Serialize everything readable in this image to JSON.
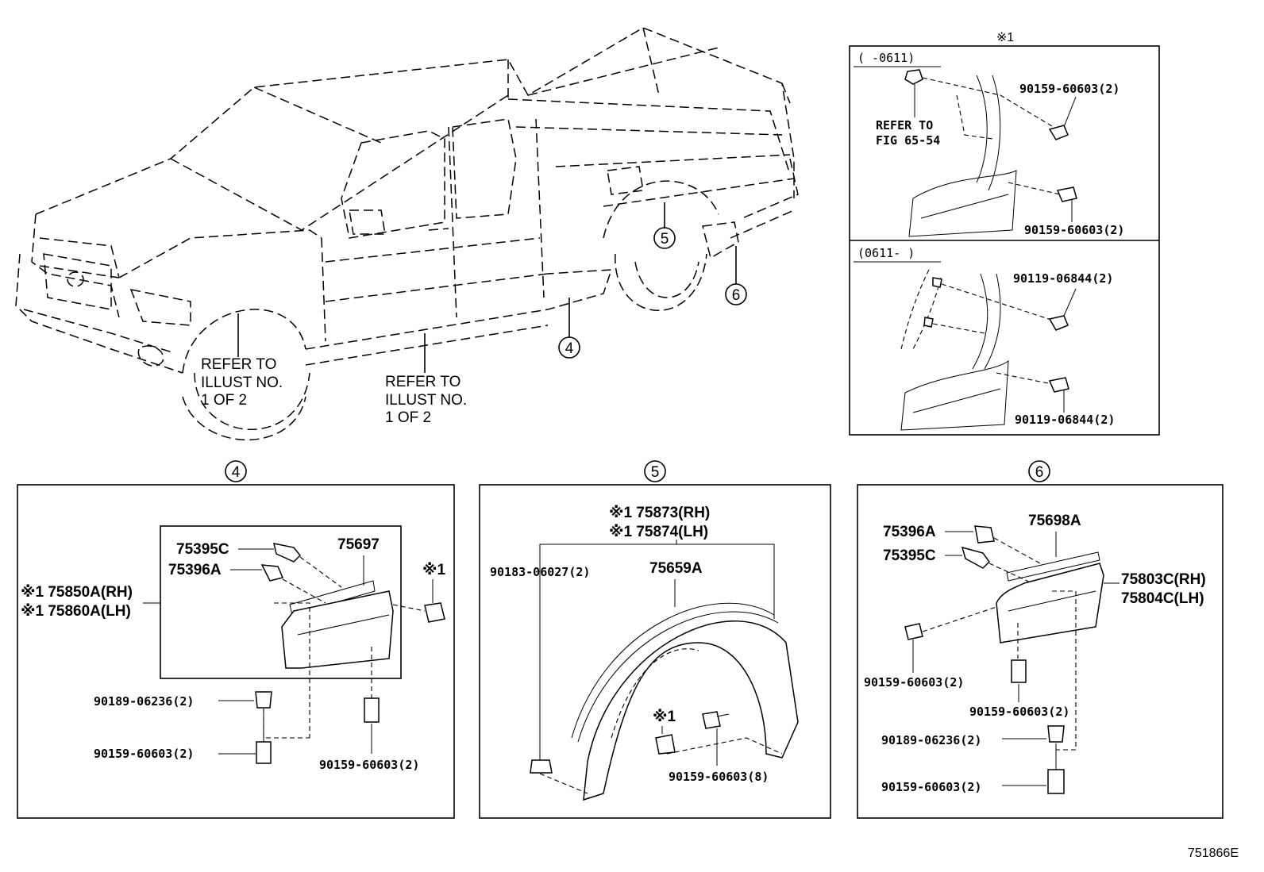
{
  "figure_id": "751866E",
  "truck": {
    "refer_front": [
      "REFER TO",
      "ILLUST NO.",
      "1 OF 2"
    ],
    "refer_side": [
      "REFER TO",
      "ILLUST NO.",
      "1 OF 2"
    ],
    "callout_4": "4",
    "callout_5": "5",
    "callout_6": "6"
  },
  "detail_note1": {
    "header": "※1",
    "upper_range": "(   -0611)",
    "upper_refer": [
      "REFER TO",
      "FIG 65-54"
    ],
    "upper_part_top": "90159-60603(2)",
    "upper_part_bottom": "90159-60603(2)",
    "lower_range": "(0611-   )",
    "lower_part_top": "90119-06844(2)",
    "lower_part_bottom": "90119-06844(2)"
  },
  "panel_4": {
    "title": "4",
    "p75395c": "75395C",
    "p75396a": "75396A",
    "p75697": "75697",
    "note1": "※1",
    "p75850a": "※1 75850A(RH)",
    "p75860a": "※1 75860A(LH)",
    "p90189": "90189-06236(2)",
    "p90159_left": "90159-60603(2)",
    "p90159_right": "90159-60603(2)"
  },
  "panel_5": {
    "title": "5",
    "p75873": "※1 75873(RH)",
    "p75874": "※1 75874(LH)",
    "p90183": "90183-06027(2)",
    "p75659a": "75659A",
    "note1": "※1",
    "p90159": "90159-60603(8)"
  },
  "panel_6": {
    "title": "6",
    "p75396a": "75396A",
    "p75698a": "75698A",
    "p75395c": "75395C",
    "p75803c": "75803C(RH)",
    "p75804c": "75804C(LH)",
    "p90159_a": "90159-60603(2)",
    "p90159_b": "90159-60603(2)",
    "p90189": "90189-06236(2)",
    "p90159_c": "90159-60603(2)"
  }
}
